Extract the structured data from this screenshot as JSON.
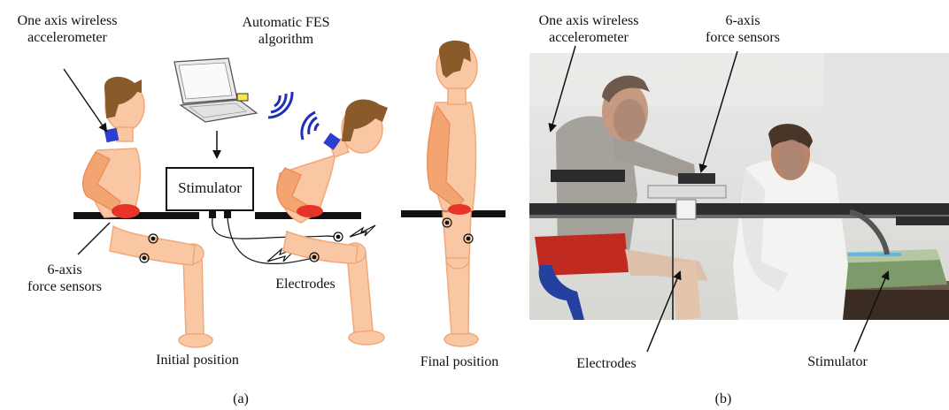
{
  "panel_a": {
    "accelerometer_label": [
      "One axis wireless",
      "accelerometer"
    ],
    "algorithm_label": [
      "Automatic FES",
      "algorithm"
    ],
    "stimulator_box": "Stimulator",
    "force_sensors_label": [
      "6-axis",
      "force sensors"
    ],
    "electrodes_label": "Electrodes",
    "initial_position": "Initial position",
    "final_position": "Final position",
    "caption": "(a)"
  },
  "panel_b": {
    "accelerometer_label": [
      "One axis wireless",
      "accelerometer"
    ],
    "force_sensors_label": [
      "6-axis",
      "force sensors"
    ],
    "electrodes_label": "Electrodes",
    "stimulator_label": "Stimulator",
    "caption": "(b)"
  },
  "colors": {
    "skin": "#f9c7a4",
    "skin_outline": "#f2a878",
    "arm": "#f4a470",
    "hair": "#8b5a2b",
    "sensor_blue": "#2a3ecf",
    "contact_red": "#e8332a",
    "bench": "#111111"
  }
}
